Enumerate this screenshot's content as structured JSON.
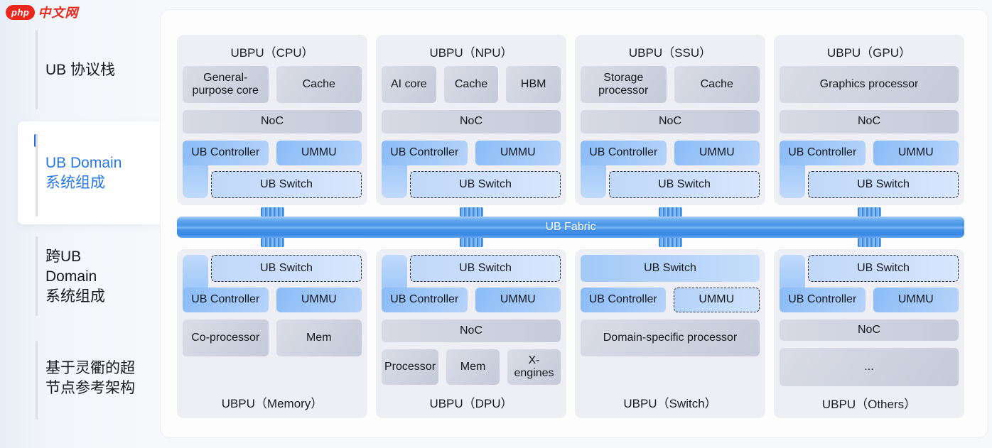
{
  "logo": {
    "brand": "php",
    "suffix": "中文网"
  },
  "sidebar": {
    "items": [
      {
        "label": "UB 协议栈"
      },
      {
        "label": "UB Domain\n系统组成"
      },
      {
        "label": "跨UB\nDomain\n系统组成"
      },
      {
        "label": "基于灵衢的超\n节点参考架构"
      }
    ]
  },
  "diagram": {
    "fabric_label": "UB Fabric",
    "colors": {
      "accent_blue": "#2779e8",
      "fabric_blue": "#4896ea",
      "component_blue": "#8abcf7",
      "component_gray": "#ccd1de"
    },
    "blocks": {
      "cpu": {
        "title": "UBPU（CPU）",
        "comp1": "General-purpose core",
        "comp2": "Cache",
        "noc": "NoC",
        "controller": "UB Controller",
        "ummu": "UMMU",
        "switch": "UB Switch"
      },
      "npu": {
        "title": "UBPU（NPU）",
        "comp1": "AI core",
        "comp2": "Cache",
        "comp3": "HBM",
        "noc": "NoC",
        "controller": "UB Controller",
        "ummu": "UMMU",
        "switch": "UB Switch"
      },
      "ssu": {
        "title": "UBPU（SSU）",
        "comp1": "Storage processor",
        "comp2": "Cache",
        "noc": "NoC",
        "controller": "UB Controller",
        "ummu": "UMMU",
        "switch": "UB Switch"
      },
      "gpu": {
        "title": "UBPU（GPU）",
        "comp1": "Graphics processor",
        "noc": "NoC",
        "controller": "UB Controller",
        "ummu": "UMMU",
        "switch": "UB Switch"
      },
      "memory": {
        "title": "UBPU（Memory）",
        "switch": "UB Switch",
        "controller": "UB Controller",
        "ummu": "UMMU",
        "comp1": "Co-processor",
        "comp2": "Mem"
      },
      "dpu": {
        "title": "UBPU（DPU）",
        "switch": "UB Switch",
        "controller": "UB Controller",
        "ummu": "UMMU",
        "noc": "NoC",
        "comp1": "Processor",
        "comp2": "Mem",
        "comp3": "X-engines"
      },
      "switch": {
        "title": "UBPU（Switch）",
        "switch": "UB Switch",
        "controller": "UB Controller",
        "ummu": "UMMU",
        "comp1": "Domain-specific processor"
      },
      "others": {
        "title": "UBPU（Others）",
        "switch": "UB Switch",
        "controller": "UB Controller",
        "ummu": "UMMU",
        "noc": "NoC",
        "comp1": "..."
      }
    }
  }
}
